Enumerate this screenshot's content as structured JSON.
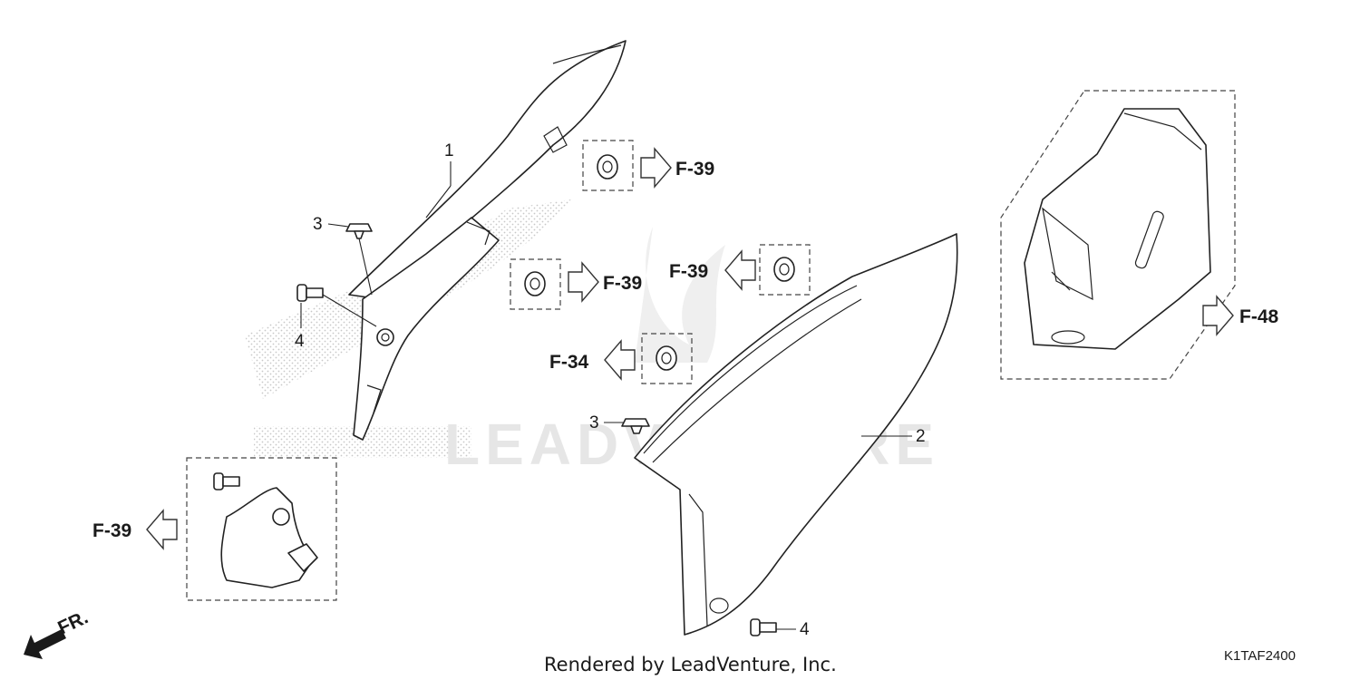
{
  "callouts": {
    "c1": "1",
    "c2": "2",
    "c3a": "3",
    "c3b": "3",
    "c4a": "4",
    "c4b": "4"
  },
  "refs": {
    "f39_top": "F-39",
    "f39_mid_right": "F-39",
    "f39_mid_left": "F-39",
    "f34": "F-34",
    "f48": "F-48",
    "f39_bottom": "F-39"
  },
  "watermark": "LEADVENTURE",
  "direction_label": "FR.",
  "footer_text": "Rendered by LeadVenture, Inc.",
  "diagram_code": "K1TAF2400"
}
